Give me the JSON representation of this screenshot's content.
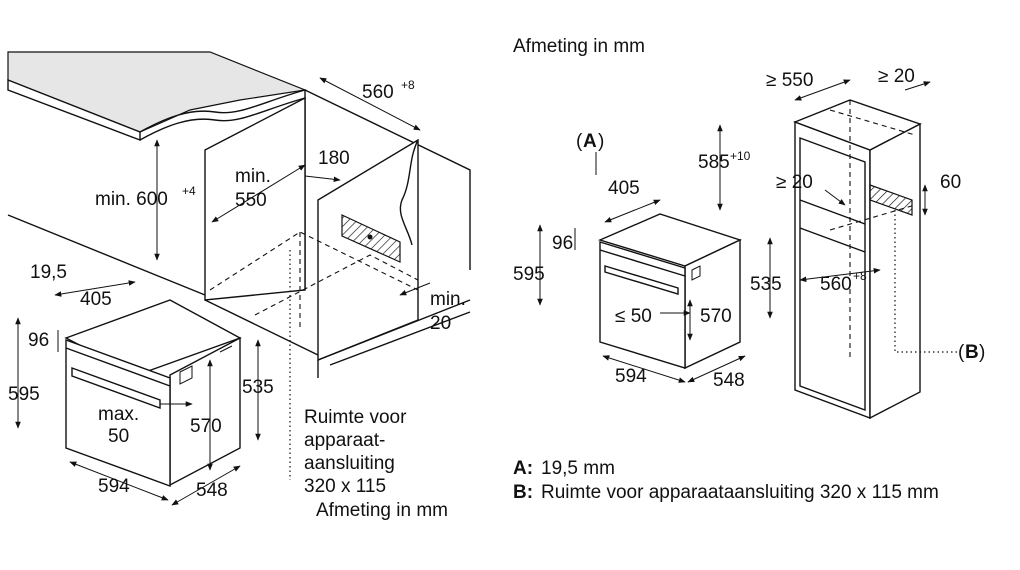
{
  "left_dims": {
    "counter_depth": "560",
    "counter_depth_sup": "+8",
    "min_height": "min. 600",
    "min_height_sup": "+4",
    "min_depth_line1": "min.",
    "min_depth_line2": "550",
    "conn_offset": "180",
    "min_gap_line1": "min.",
    "min_gap_line2": "20",
    "front_thickness": "19,5",
    "depth_body": "405",
    "front_top": "96",
    "height_total": "595",
    "handle_line1": "max.",
    "handle_line2": "50",
    "inner_height": "570",
    "body_height": "535",
    "width": "594",
    "depth": "548",
    "space_line1": "Ruimte voor",
    "space_line2": "apparaat-",
    "space_line3": "aansluiting",
    "space_line4": "320 x 115",
    "unit": "Afmeting in mm"
  },
  "right_dims": {
    "unit": "Afmeting in mm",
    "min_depth": "≥ 550",
    "min_gap": "≥ 20",
    "marker_a": "A",
    "niche_height": "585",
    "niche_height_sup": "+10",
    "gap_vertical": "≥ 20",
    "vent": "60",
    "depth_body": "405",
    "front_top": "96",
    "height_total": "595",
    "body_height": "535",
    "niche_width": "560",
    "niche_width_sup": "+8",
    "handle": "≤ 50",
    "inner_height": "570",
    "marker_b": "B",
    "width": "594",
    "depth": "548"
  },
  "legend": {
    "a_key": "A:",
    "a_text": "19,5 mm",
    "b_key": "B:",
    "b_text": "Ruimte voor apparaataansluiting 320 x 115 mm"
  }
}
